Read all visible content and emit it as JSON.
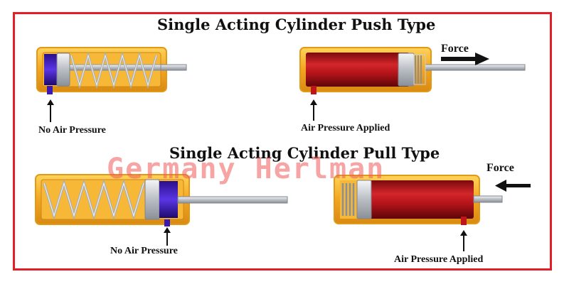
{
  "push_section": {
    "title": "Single Acting Cylinder Push Type",
    "left_label": "No Air Pressure",
    "right_label": "Air Pressure Applied",
    "force_label": "Force"
  },
  "pull_section": {
    "title": "Single Acting Cylinder Pull Type",
    "left_label": "No Air Pressure",
    "right_label": "Air Pressure Applied",
    "force_label": "Force"
  },
  "watermark": "Germany Herlman",
  "colors": {
    "frame": "#e41e26",
    "housing": "#f5b12a",
    "pressurized": "#b5141a",
    "piston_blue": "#4b22c8",
    "rod": "#cfd2d6"
  }
}
